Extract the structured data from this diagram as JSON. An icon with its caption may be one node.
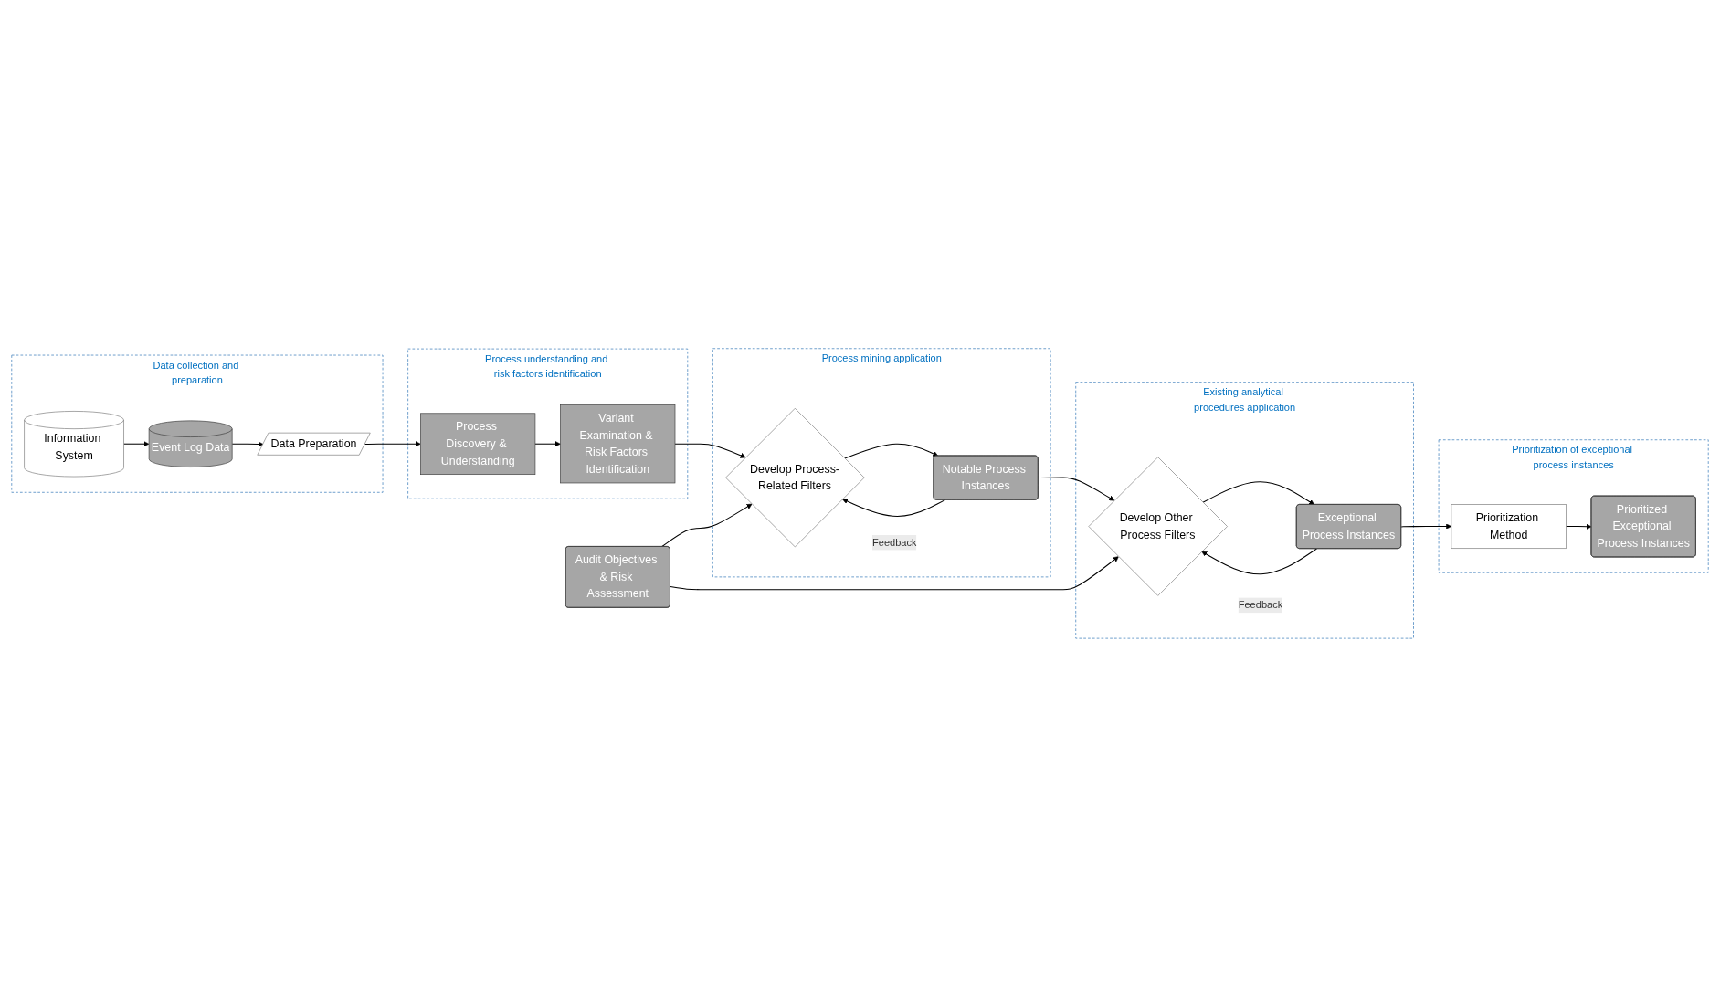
{
  "diagram": {
    "nodes": [
      {
        "text": [
          "Data collection and preparation"
        ]
      },
      {
        "text": [
          "Information System"
        ],
        "in": 0
      },
      {
        "text": [
          "Event Log Data"
        ],
        "in": 0
      },
      {
        "text": [
          "Data Preparation"
        ],
        "in": 0
      },
      {
        "text": [
          "Process understanding and risk factors identification"
        ]
      },
      {
        "text": [
          "Process Discovery & Understanding"
        ],
        "in": 4
      },
      {
        "text": [
          "Variant Examination & Risk Factors Identification"
        ],
        "in": 4
      },
      {
        "text": [
          "Process mining application"
        ]
      },
      {
        "text": [
          "Develop Process-Related Filters"
        ],
        "in": 7
      },
      {
        "text": [
          "Notable Process Instances"
        ],
        "in": 7
      },
      {
        "text": [
          "Audit Objectives & Risk Assessment"
        ]
      },
      {
        "text": [
          "Existing analytical procedures application"
        ]
      },
      {
        "text": [
          "Develop Other Process Filters"
        ],
        "in": 11
      },
      {
        "text": [
          "Exceptional Process Instances"
        ],
        "in": 11
      },
      {
        "text": [
          "Prioritization of exceptional process instances"
        ]
      },
      {
        "text": [
          "Prioritization Method"
        ],
        "in": 14
      },
      {
        "text": [
          "Prioritized Exceptional Process Instances"
        ],
        "in": 14
      }
    ],
    "edges": [
      {
        "from": 1,
        "to": 2,
        "arrow": "to"
      },
      {
        "from": 2,
        "to": 3,
        "arrow": "to"
      },
      {
        "from": 3,
        "to": 5,
        "arrow": "to"
      },
      {
        "from": 5,
        "to": 6,
        "arrow": "to"
      },
      {
        "from": 6,
        "to": 8,
        "arrow": "to"
      },
      {
        "from": 8,
        "to": 9,
        "arrow": "to"
      },
      {
        "from": 9,
        "to": 8,
        "arrow": "to",
        "label": "Feedback"
      },
      {
        "from": 10,
        "to": 8,
        "arrow": "to"
      },
      {
        "from": 10,
        "to": 12,
        "arrow": "to"
      },
      {
        "from": 9,
        "to": 12,
        "arrow": "to"
      },
      {
        "from": 12,
        "to": 13,
        "arrow": "to"
      },
      {
        "from": 13,
        "to": 12,
        "arrow": "to",
        "label": "Feedback"
      },
      {
        "from": 13,
        "to": 15,
        "arrow": "to"
      },
      {
        "from": 15,
        "to": 16,
        "arrow": "to"
      }
    ]
  }
}
